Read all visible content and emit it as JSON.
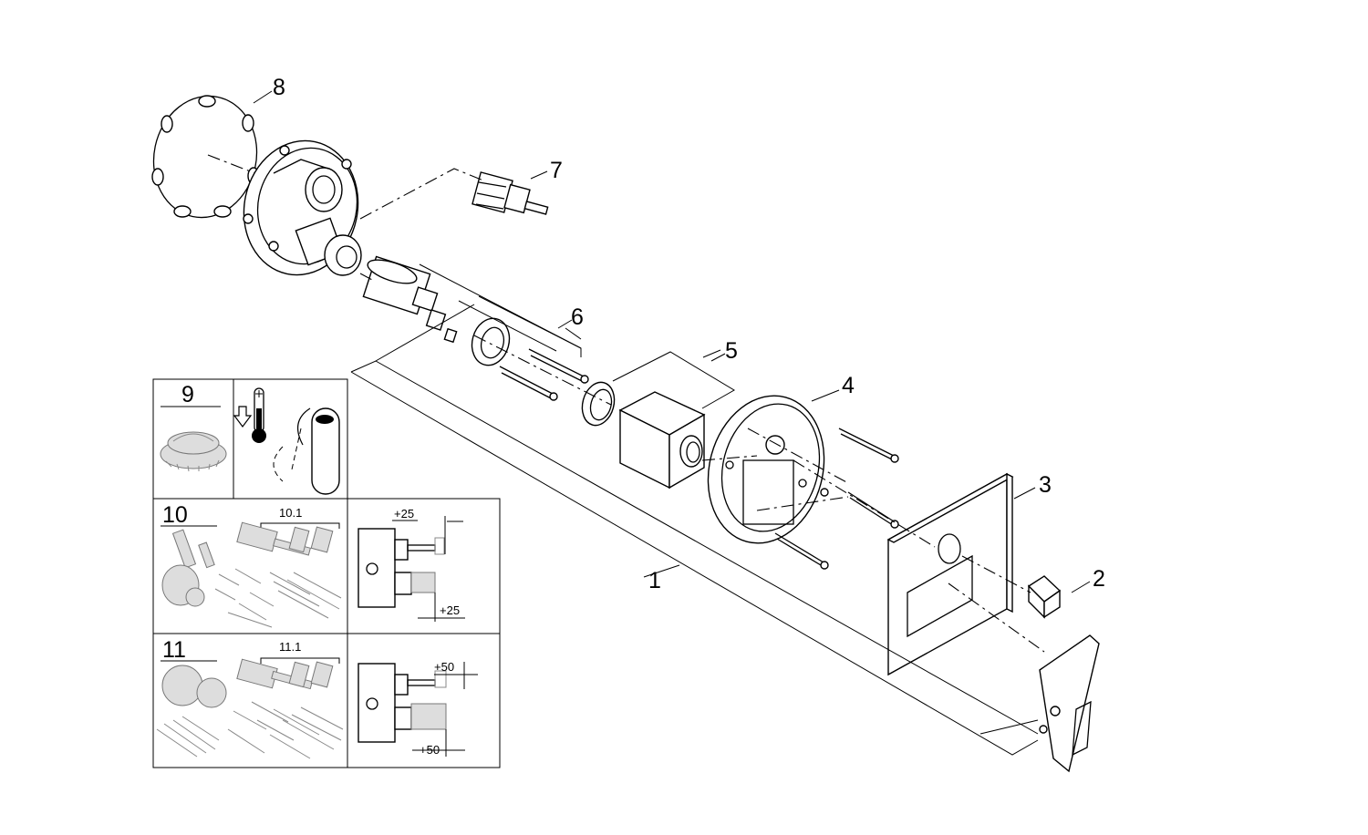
{
  "callouts": {
    "p1": "1",
    "p2": "2",
    "p3": "3",
    "p4": "4",
    "p5": "5",
    "p6": "6",
    "p7": "7",
    "p8": "8"
  },
  "inset_panels": {
    "p9": "9",
    "p10": "10",
    "p10_1": "10.1",
    "p11": "11",
    "p11_1": "11.1",
    "dim_25_top": "+25",
    "dim_25_bottom": "+25",
    "dim_50_top": "+50",
    "dim_50_bottom": "+50"
  },
  "icons": {
    "thermometer": "thermometer-icon",
    "cool_arrow": "down-arrow-icon",
    "lever": "lever-handle-icon"
  }
}
